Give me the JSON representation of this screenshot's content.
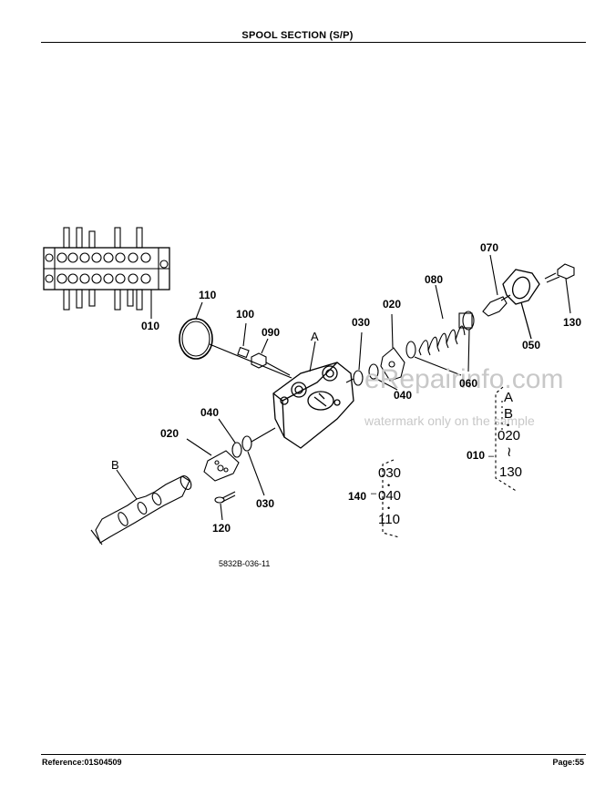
{
  "header": {
    "title": "SPOOL SECTION (S/P)"
  },
  "footer": {
    "reference": "Reference:01S04509",
    "page": "Page:55"
  },
  "watermark": {
    "site": "eRepairinfo.com",
    "note": "watermark only on the sample"
  },
  "figure_code": "5832B-036-11",
  "callouts": {
    "p010": "010",
    "p020a": "020",
    "p020b": "020",
    "p030a": "030",
    "p030b": "030",
    "p040a": "040",
    "p040b": "040",
    "p050": "050",
    "p060": "060",
    "p070": "070",
    "p080": "080",
    "p090": "090",
    "p100": "100",
    "p110": "110",
    "p120": "120",
    "p130": "130",
    "pA": "A",
    "pB": "B"
  },
  "group_140": {
    "label": "140",
    "items": [
      "030",
      "040",
      "110"
    ]
  },
  "group_010": {
    "label": "010",
    "items": [
      "A",
      "B",
      "020",
      "130"
    ]
  }
}
